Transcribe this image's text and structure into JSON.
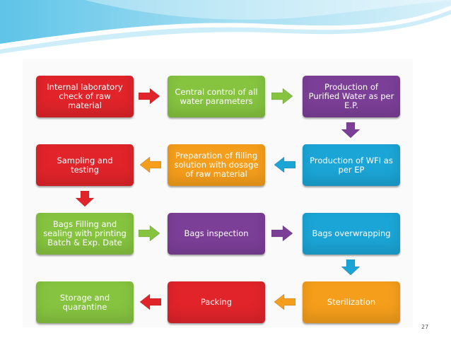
{
  "slide": {
    "page_number": "27"
  },
  "process_steps": [
    {
      "id": "s1",
      "label": "Internal laboratory check of raw material",
      "color": "#e0242a"
    },
    {
      "id": "s2",
      "label": "Central control of all water parameters",
      "color": "#86c440"
    },
    {
      "id": "s3",
      "label": "Production of Purified Water as per E.P.",
      "color": "#7c3f98"
    },
    {
      "id": "s4",
      "label": "Production of WFI as per EP",
      "color": "#1ba5d6"
    },
    {
      "id": "s5",
      "label": "Preparation of filling solution with dosage of raw material",
      "color": "#f59e1b"
    },
    {
      "id": "s6",
      "label": "Sampling and testing",
      "color": "#e0242a"
    },
    {
      "id": "s7",
      "label": "Bags Filling and sealing with printing Batch & Exp. Date",
      "color": "#86c440"
    },
    {
      "id": "s8",
      "label": "Bags inspection",
      "color": "#7c3f98"
    },
    {
      "id": "s9",
      "label": "Bags overwrapping",
      "color": "#1ba5d6"
    },
    {
      "id": "s10",
      "label": "Sterilization",
      "color": "#f59e1b"
    },
    {
      "id": "s11",
      "label": "Packing",
      "color": "#e0242a"
    },
    {
      "id": "s12",
      "label": "Storage and quarantine",
      "color": "#86c440"
    }
  ],
  "arrows": [
    {
      "from": "s1",
      "to": "s2",
      "direction": "right",
      "color": "#e0242a"
    },
    {
      "from": "s2",
      "to": "s3",
      "direction": "right",
      "color": "#86c440"
    },
    {
      "from": "s3",
      "to": "s4",
      "direction": "down",
      "color": "#7c3f98"
    },
    {
      "from": "s4",
      "to": "s5",
      "direction": "left",
      "color": "#1ba5d6"
    },
    {
      "from": "s5",
      "to": "s6",
      "direction": "left",
      "color": "#f59e1b"
    },
    {
      "from": "s6",
      "to": "s7",
      "direction": "down",
      "color": "#e0242a"
    },
    {
      "from": "s7",
      "to": "s8",
      "direction": "right",
      "color": "#86c440"
    },
    {
      "from": "s8",
      "to": "s9",
      "direction": "right",
      "color": "#7c3f98"
    },
    {
      "from": "s9",
      "to": "s10",
      "direction": "down",
      "color": "#1ba5d6"
    },
    {
      "from": "s10",
      "to": "s11",
      "direction": "left",
      "color": "#f59e1b"
    },
    {
      "from": "s11",
      "to": "s12",
      "direction": "left",
      "color": "#e0242a"
    }
  ]
}
